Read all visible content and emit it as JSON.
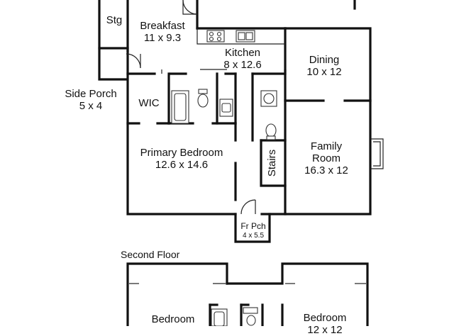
{
  "first_floor": {
    "rooms": {
      "storage": {
        "name": "Stg"
      },
      "breakfast": {
        "name": "Breakfast",
        "dims": "11 x 9.3"
      },
      "kitchen": {
        "name": "Kitchen",
        "dims": "8 x 12.6"
      },
      "dining": {
        "name": "Dining",
        "dims": "10 x 12"
      },
      "side_porch": {
        "name": "Side Porch",
        "dims": "5 x 4"
      },
      "wic": {
        "name": "WIC"
      },
      "primary_bedroom": {
        "name": "Primary Bedroom",
        "dims": "12.6 x 14.6"
      },
      "stairs": {
        "name": "Stairs"
      },
      "family_room": {
        "name": "Family Room",
        "dims": "16.3 x 12"
      },
      "front_porch": {
        "name": "Fr Pch",
        "dims": "4 x 5.5"
      }
    }
  },
  "second_floor": {
    "title": "Second Floor",
    "rooms": {
      "bedroom_left": {
        "name": "Bedroom",
        "dims": ""
      },
      "bedroom_right": {
        "name": "Bedroom",
        "dims": "12 x 12"
      }
    }
  }
}
